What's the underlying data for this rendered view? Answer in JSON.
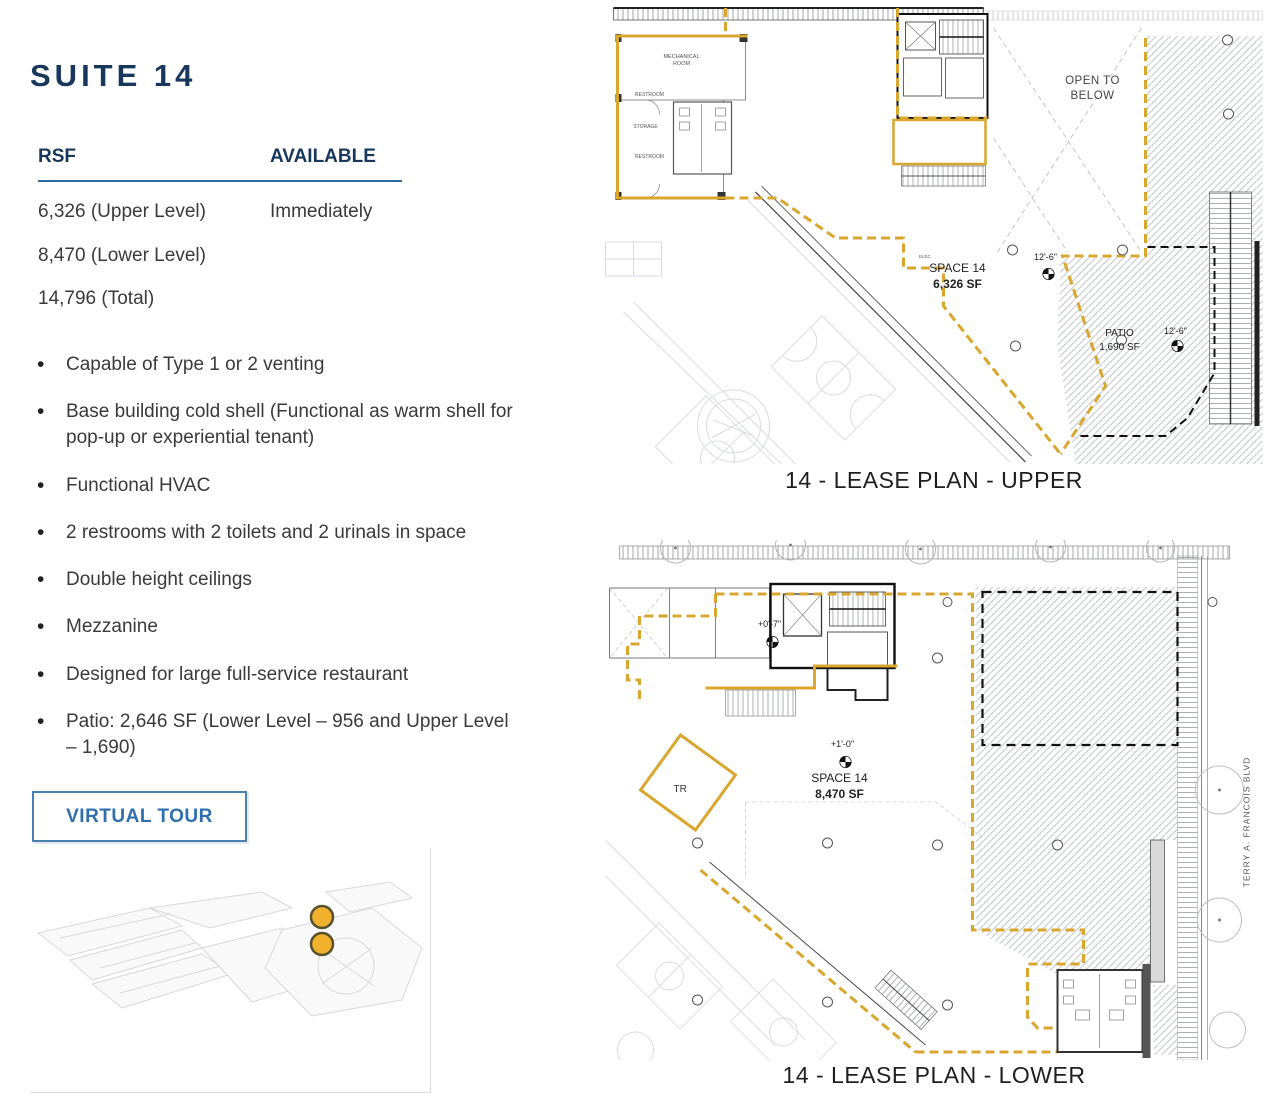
{
  "suite": {
    "title": "SUITE 14"
  },
  "availability_table": {
    "headers": {
      "rsf": "RSF",
      "available": "AVAILABLE"
    },
    "rows": [
      {
        "rsf": "6,326 (Upper Level)",
        "available": "Immediately"
      },
      {
        "rsf": "8,470 (Lower Level)",
        "available": ""
      },
      {
        "rsf": "14,796 (Total)",
        "available": ""
      }
    ]
  },
  "features": [
    "Capable of Type 1 or 2 venting",
    "Base building cold shell (Functional as warm shell for pop-up or experiential tenant)",
    "Functional HVAC",
    "2 restrooms with 2 toilets and 2 urinals in space",
    "Double height ceilings",
    "Mezzanine",
    "Designed for large full-service restaurant",
    "Patio: 2,646 SF (Lower Level – 956 and Upper Level – 1,690)"
  ],
  "virtual_tour_button": "VIRTUAL TOUR",
  "upper_plan": {
    "caption": "14 - LEASE PLAN - UPPER",
    "labels": {
      "open_to_below_1": "OPEN TO",
      "open_to_below_2": "BELOW",
      "space_name": "SPACE 14",
      "space_area": "6,326 SF",
      "dim_interior": "12'-6\"",
      "patio_name": "PATIO",
      "patio_area": "1,690 SF",
      "dim_patio": "12'-6\"",
      "mechanical_room_1": "MECHANICAL",
      "mechanical_room_2": "ROOM",
      "restroom_top": "RESTROOM",
      "storage": "STORAGE",
      "restroom_bottom": "RESTROOM",
      "elec": "ELEC."
    }
  },
  "lower_plan": {
    "caption": "14 - LEASE PLAN - LOWER",
    "labels": {
      "space_name": "SPACE 14",
      "space_area": "8,470 SF",
      "elevation_entry": "+0'-7\"",
      "elevation_main": "+1'-0\"",
      "trash_room": "TR",
      "street": "TERRY A. FRANCOIS BLVD"
    }
  },
  "colors": {
    "navy": "#17375C",
    "accent_blue": "#2F6FAD",
    "underline_blue": "#2E6DA2",
    "lease_gold": "#D9A62E",
    "marker_gold": "#F2B12D"
  }
}
